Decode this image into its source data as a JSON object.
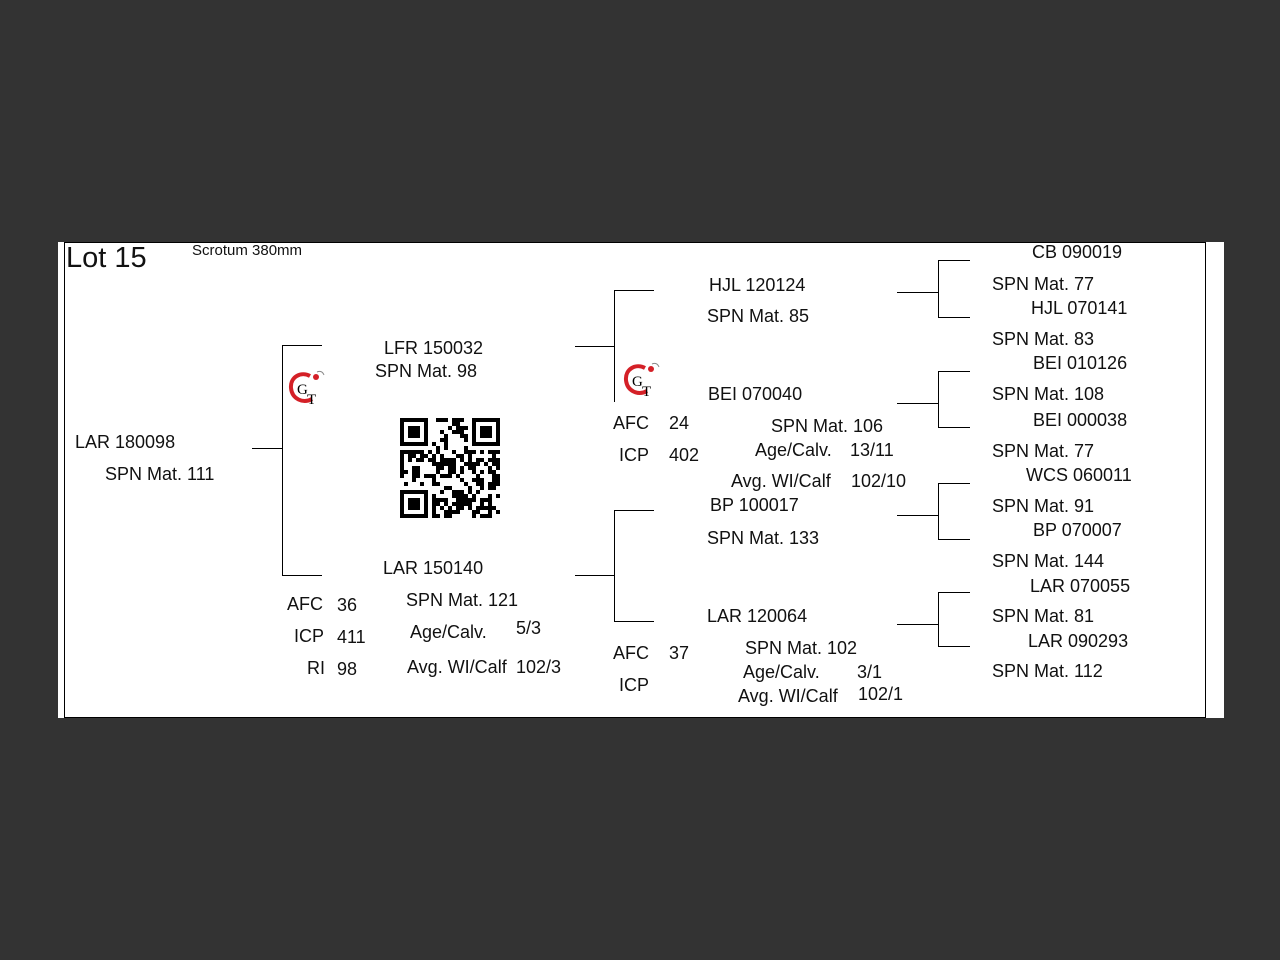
{
  "lot": {
    "label": "Lot 15",
    "scrotum": "Scrotum 380mm"
  },
  "subject": {
    "id": "LAR 180098",
    "spn": "SPN Mat. 111"
  },
  "sire": {
    "id": "LFR 150032",
    "spn": "SPN Mat. 98",
    "sire": {
      "id": "HJL 120124",
      "spn": "SPN Mat. 85",
      "sire": {
        "id": "CB  090019",
        "spn": "SPN Mat. 77"
      },
      "dam": {
        "id": "HJL 070141",
        "spn": "SPN Mat. 83"
      }
    },
    "dam": {
      "id": "BEI 070040",
      "spn": "SPN Mat. 106",
      "age_calv_label": "Age/Calv.",
      "age_calv": "13/11",
      "avg_wi_label": "Avg. WI/Calf",
      "avg_wi": "102/10",
      "afc_label": "AFC",
      "afc": "24",
      "icp_label": "ICP",
      "icp": "402",
      "sire": {
        "id": "BEI 010126",
        "spn": "SPN Mat. 108"
      },
      "dam": {
        "id": "BEI 000038",
        "spn": "SPN Mat. 77"
      }
    }
  },
  "dam": {
    "id": "LAR 150140",
    "spn": "SPN Mat. 121",
    "age_calv_label": "Age/Calv.",
    "age_calv": "5/3",
    "avg_wi_label": "Avg. WI/Calf",
    "avg_wi": "102/3",
    "afc_label": "AFC",
    "afc": "36",
    "icp_label": "ICP",
    "icp": "411",
    "ri_label": "RI",
    "ri": "98",
    "sire": {
      "id": "BP  100017",
      "spn": "SPN Mat. 133",
      "sire": {
        "id": "WCS 060011",
        "spn": "SPN Mat. 91"
      },
      "dam": {
        "id": "BP  070007",
        "spn": "SPN Mat. 144"
      }
    },
    "dam": {
      "id": "LAR 120064",
      "spn": "SPN Mat. 102",
      "age_calv_label": "Age/Calv.",
      "age_calv": "3/1",
      "avg_wi_label": "Avg. WI/Calf",
      "avg_wi": "102/1",
      "afc_label": "AFC",
      "afc": "37",
      "icp_label": "ICP",
      "sire": {
        "id": "LAR 070055",
        "spn": "SPN Mat. 81"
      },
      "dam": {
        "id": "LAR 090293",
        "spn": "SPN Mat. 112"
      }
    }
  },
  "icons": {
    "logo": "gt-breeder-logo",
    "qr": "qr-code"
  },
  "colors": {
    "background": "#333333",
    "paper": "#ffffff",
    "logo_red": "#d42027"
  }
}
